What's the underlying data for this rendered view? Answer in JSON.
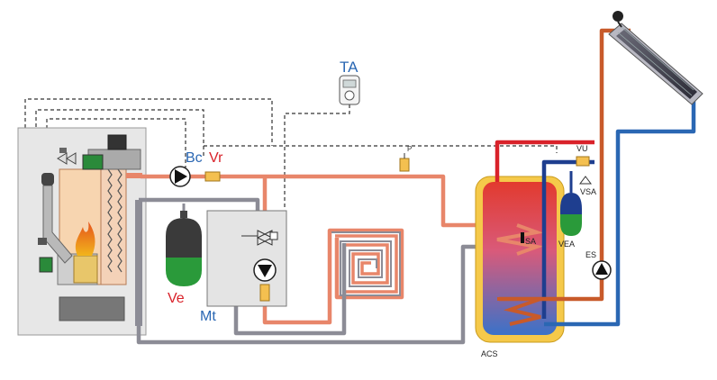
{
  "labels": {
    "ta": "TA",
    "bc": "Bc",
    "vr": "Vr",
    "ve": "Ve",
    "mt": "Mt",
    "p": "P",
    "vu": "VU",
    "vsa": "VSA",
    "vea": "VEA",
    "es": "ES",
    "sa": "SA",
    "acs": "ACS"
  },
  "colors": {
    "hot": "#d9222a",
    "hot_light": "#e8866a",
    "cold": "#2a67b3",
    "return_grey": "#8c8c96",
    "control_wire": "#333333",
    "tank_jacket": "#f5c94a",
    "boiler_body": "#e6e6e6",
    "expansion_vessel_top": "#3a3a3a",
    "expansion_vessel_bottom": "#2a9a3a",
    "label_red": "#d9222a",
    "label_blue": "#2a67b3"
  }
}
